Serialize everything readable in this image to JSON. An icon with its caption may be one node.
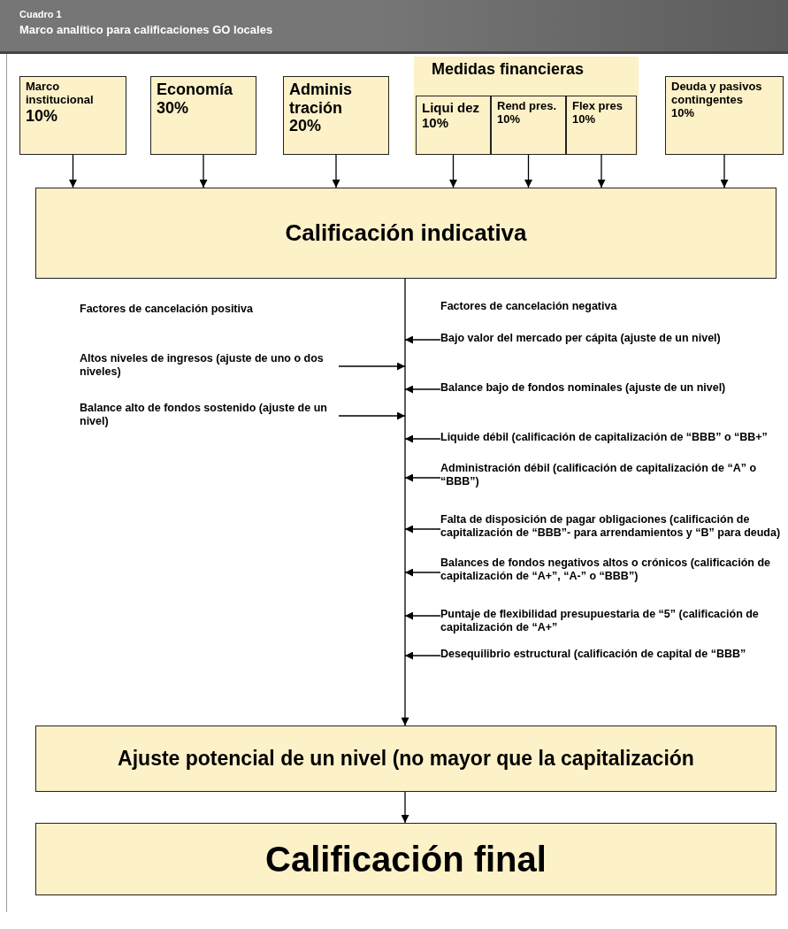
{
  "diagram": {
    "title": "Marco analítico para calificaciones GO locales",
    "nodes": [
      {
        "text": [
          "Marco institucional",
          "10%"
        ]
      },
      {
        "text": [
          "Economía",
          "30%"
        ]
      },
      {
        "text": [
          "Adminis tración",
          "20%"
        ]
      },
      {
        "text": [
          "Medidas financieras"
        ]
      },
      {
        "text": [
          "Liqui dez",
          "10%"
        ],
        "in": 3
      },
      {
        "text": [
          "Rend pres.",
          "10%"
        ],
        "in": 3
      },
      {
        "text": [
          "Flex pres",
          "10%"
        ],
        "in": 3
      },
      {
        "text": [
          "Deuda y pasivos contingentes",
          "10%"
        ]
      },
      {
        "text": [
          "Calificación indicativa"
        ]
      },
      {
        "text": [
          "Altos niveles de ingresos (ajuste de uno o dos niveles)"
        ]
      },
      {
        "text": [
          "Balance alto de fondos sostenido (ajuste de un nivel)"
        ]
      },
      {
        "text": [
          "Bajo valor del mercado per cápita (ajuste de un nivel)"
        ]
      },
      {
        "text": [
          "Balance bajo de fondos nominales (ajuste de un nivel)"
        ]
      },
      {
        "text": [
          "Liquide débil (calificación de capitalización de “BBB” o “BB+”"
        ]
      },
      {
        "text": [
          "Administración débil (calificación de capitalización de “A” o “BBB”)"
        ]
      },
      {
        "text": [
          "Falta de disposición de pagar obligaciones (calificación de capitalización de “BBB”- para arrendamientos y “B” para deuda)"
        ]
      },
      {
        "text": [
          "Balances de fondos negativos altos o crónicos (calificación de capitalización de “A+”, “A-” o “BBB”)"
        ]
      },
      {
        "text": [
          "Puntaje de flexibilidad presupuestaria de “5” (calificación de capitalización de “A+”"
        ]
      },
      {
        "text": [
          "Desequilibrio estructural (calificación de capital de “BBB”"
        ]
      },
      {
        "text": [
          "Ajuste potencial de un nivel (no mayor que la capitalización"
        ]
      },
      {
        "text": [
          "Calificación final"
        ]
      }
    ],
    "edges": [
      {
        "from": 0,
        "to": 8,
        "arrow": "to"
      },
      {
        "from": 1,
        "to": 8,
        "arrow": "to"
      },
      {
        "from": 2,
        "to": 8,
        "arrow": "to"
      },
      {
        "from": 4,
        "to": 8,
        "arrow": "to"
      },
      {
        "from": 5,
        "to": 8,
        "arrow": "to"
      },
      {
        "from": 6,
        "to": 8,
        "arrow": "to"
      },
      {
        "from": 7,
        "to": 8,
        "arrow": "to"
      },
      {
        "from": 8,
        "to": 19,
        "arrow": "to"
      },
      {
        "from": 9,
        "to": null,
        "arrow": "to"
      },
      {
        "from": 10,
        "to": null,
        "arrow": "to"
      },
      {
        "from": 11,
        "to": null,
        "arrow": "to"
      },
      {
        "from": 12,
        "to": null,
        "arrow": "to"
      },
      {
        "from": 13,
        "to": null,
        "arrow": "to"
      },
      {
        "from": 14,
        "to": null,
        "arrow": "to"
      },
      {
        "from": 15,
        "to": null,
        "arrow": "to"
      },
      {
        "from": 16,
        "to": null,
        "arrow": "to"
      },
      {
        "from": 17,
        "to": null,
        "arrow": "to"
      },
      {
        "from": 18,
        "to": null,
        "arrow": "to"
      },
      {
        "from": 19,
        "to": 20,
        "arrow": "to"
      }
    ],
    "labels": [
      "Cuadro 1",
      "Factores de cancelación positiva",
      "Factores de cancelación negativa"
    ]
  }
}
